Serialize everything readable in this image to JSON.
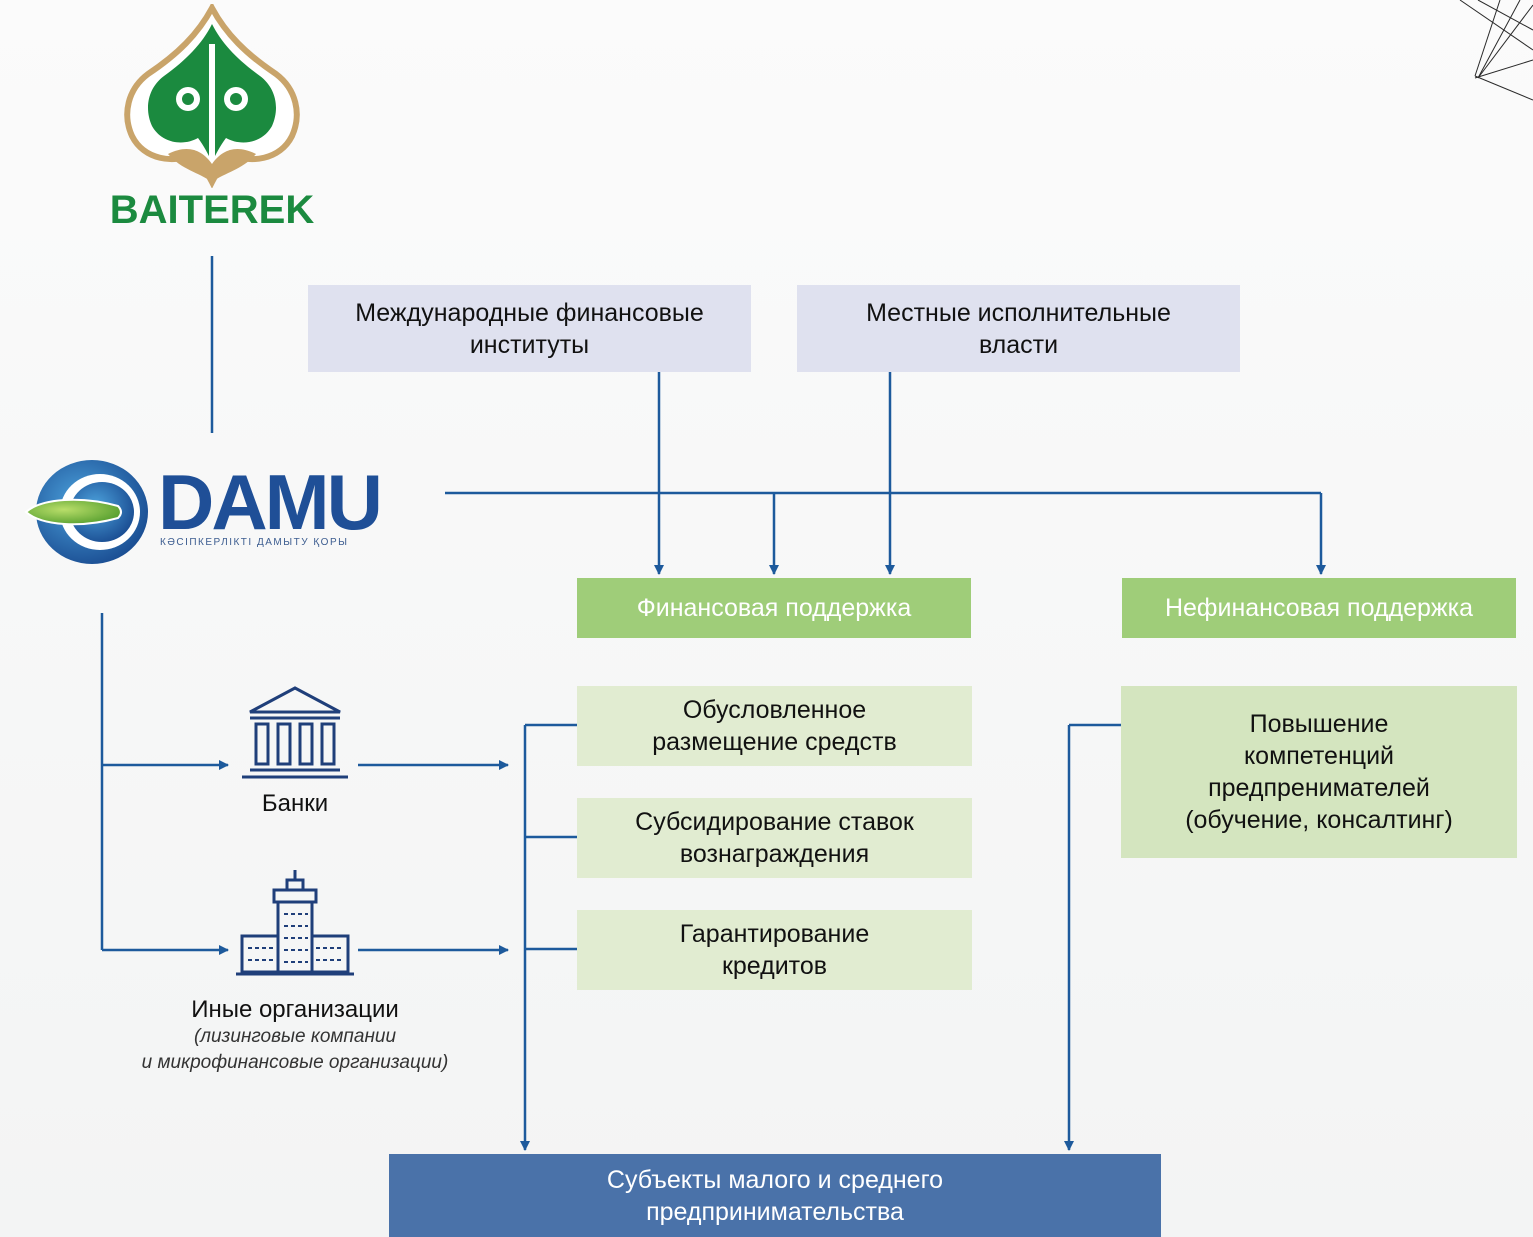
{
  "logos": {
    "baiterek": "BAITEREK",
    "damu": "DAMU",
    "damu_subtitle": "КӘСІПКЕРЛІКТІ ДАМЫТУ ҚОРЫ"
  },
  "sources": {
    "ifi": "Международные финансовые\nинституты",
    "local": "Местные исполнительные\nвласти"
  },
  "support": {
    "financial": "Финансовая поддержка",
    "non_financial": "Нефинансовая поддержка"
  },
  "instruments": {
    "placement": "Обусловленное\nразмещение средств",
    "subsidy": "Субсидирование ставок\nвознаграждения",
    "guarantee": "Гарантирование\nкредитов",
    "competence": "Повышение\nкомпетенций\nпредпренимателей\n(обучение, консалтинг)"
  },
  "channels": {
    "banks": "Банки",
    "others": "Иные организации",
    "others_note": "(лизинговые   компании\nи микрофинансовые организации)"
  },
  "target": "Субъекты малого и среднего\nпредпринимательства",
  "colors": {
    "line": "#1d5a9c",
    "top_box": "#dfe1ef",
    "green": "#9fcd79",
    "light_green": "#e1ecd1",
    "blue_box": "#4a72a9",
    "icon": "#1f3f7a"
  }
}
